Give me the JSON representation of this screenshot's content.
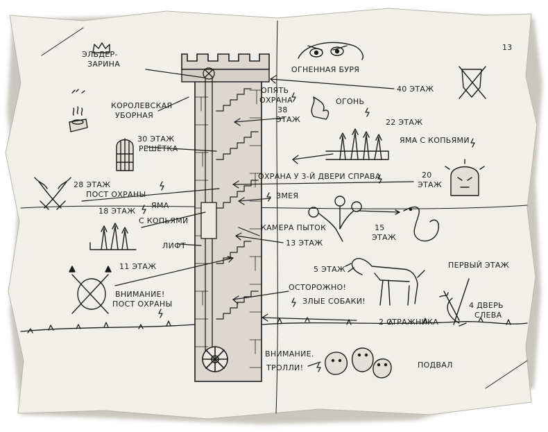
{
  "map": {
    "labels": {
      "elder": [
        "ЭЛЬДЕР-",
        "ЗАРИНА"
      ],
      "firestorm": "ОГНЕННАЯ БУРЯ",
      "floor40": "40 ЭТАЖ",
      "guard_again": [
        "ОПЯТЬ",
        "ОХРАНА"
      ],
      "floor38": [
        "38",
        "ЭТАЖ"
      ],
      "fire": "ОГОНЬ",
      "royal_toilet": [
        "КОРОЛЕВСКАЯ",
        "УБОРНАЯ"
      ],
      "floor22": "22 ЭТАЖ",
      "spike_pit": "ЯМА С КОПЬЯМИ",
      "floor30": [
        "30 ЭТАЖ",
        "РЕШЁТКА"
      ],
      "guard_third_door": "ОХРАНА У 3-Й ДВЕРИ СПРАВА",
      "floor20": [
        "20",
        "ЭТАЖ"
      ],
      "floor28": "28 ЭТАЖ",
      "guard_post": "ПОСТ ОХРАНЫ",
      "snake": "ЗМЕЯ",
      "floor18": "18 ЭТАЖ",
      "spike_pit2": [
        "ЯМА",
        "С КОПЬЯМИ"
      ],
      "torture": "КАМЕРА ПЫТОК",
      "floor15": [
        "15",
        "ЭТАЖ"
      ],
      "lift": "ЛИФТ",
      "floor13": "13 ЭТАЖ",
      "floor11": "11 ЭТАЖ",
      "floor5": "5 ЭТАЖ",
      "first_floor": "ПЕРВЫЙ ЭТАЖ",
      "warning_guard": [
        "ВНИМАНИЕ!",
        "ПОСТ ОХРАНЫ"
      ],
      "careful": "ОСТОРОЖНО!",
      "evil_dogs": "ЗЛЫЕ СОБАКИ!",
      "door4": [
        "4 ДВЕРЬ",
        "СЛЕВА"
      ],
      "two_guards": "2 СТРАЖНИКА",
      "warning_trolls": [
        "ВНИМАНИЕ.",
        "ТРОЛЛИ!"
      ],
      "basement": "ПОДВАЛ",
      "corner_13": "13"
    },
    "colors": {
      "paper": "#f1efea",
      "paper_shadow": "#d9d6cf",
      "ink": "#1a1a1a",
      "stone": "#cfcbc3",
      "fire": "#e8e6e0"
    },
    "icons": [
      "crown-icon",
      "toilet-icon",
      "fire-icon",
      "gate-icon",
      "spikes-icon",
      "swords-icon",
      "snake-icon",
      "flail-icon",
      "dog-icon",
      "troll-icon",
      "helmet-icon",
      "wheel-icon",
      "eyes-icon",
      "shield-icon"
    ]
  }
}
